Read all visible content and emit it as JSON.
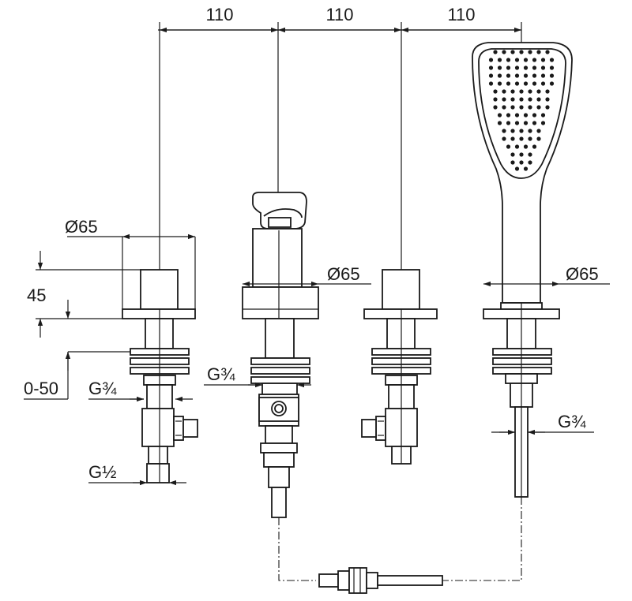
{
  "dimensions": {
    "spacing_1": "110",
    "spacing_2": "110",
    "spacing_3": "110",
    "diameter_left": "Ø65",
    "diameter_spout": "Ø65",
    "diameter_shower": "Ø65",
    "height_rosette": "45",
    "deck_range": "0-50",
    "thread_left_upper": "G¾",
    "thread_left_lower": "G½",
    "thread_spout": "G¾",
    "thread_shower": "G¾"
  },
  "colors": {
    "line": "#1a1a1a",
    "background": "#ffffff"
  }
}
